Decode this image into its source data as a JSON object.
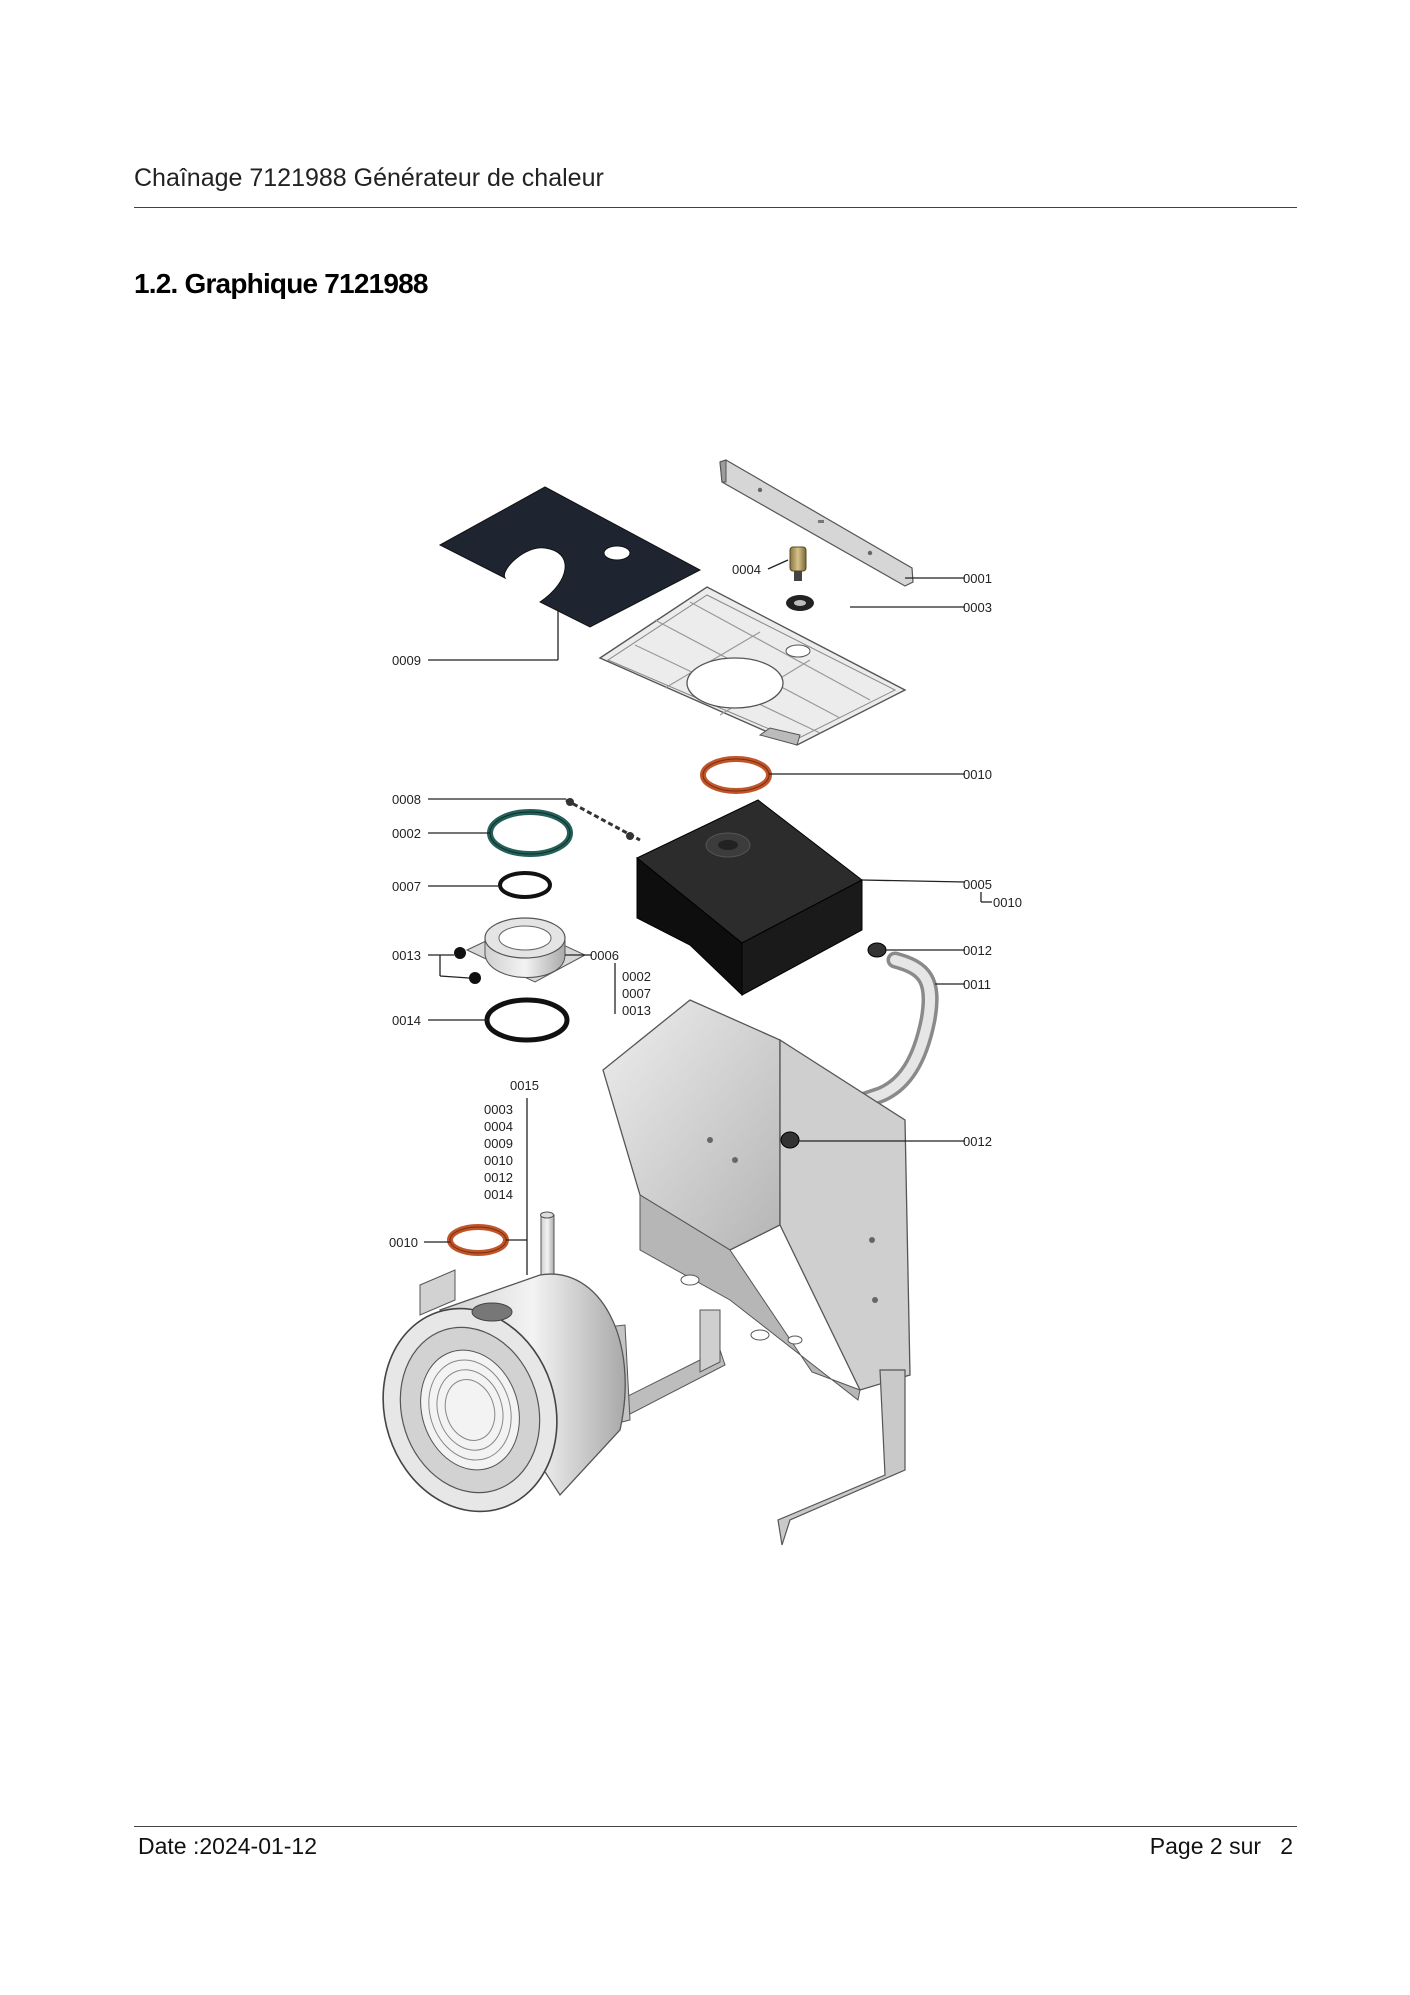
{
  "header": {
    "title": "Chaînage 7121988 Générateur de chaleur"
  },
  "section": {
    "heading": "1.2. Graphique 7121988"
  },
  "diagram": {
    "labels": {
      "l0001": "0001",
      "l0003": "0003",
      "l0004": "0004",
      "l0009": "0009",
      "l0010a": "0010",
      "l0008": "0008",
      "l0002": "0002",
      "l0007": "0007",
      "l0013": "0013",
      "l0006": "0006",
      "l0006_0002": "0002",
      "l0006_0007": "0007",
      "l0006_0013": "0013",
      "l0014": "0014",
      "l0005": "0005",
      "l0005_0010": "0010",
      "l0012a": "0012",
      "l0011": "0011",
      "l0012b": "0012",
      "l0015": "0015",
      "l0015_0003": "0003",
      "l0015_0004": "0004",
      "l0015_0009": "0009",
      "l0015_0010": "0010",
      "l0015_0012": "0012",
      "l0015_0014": "0014",
      "l0010b": "0010"
    }
  },
  "footer": {
    "date": "Date :2024-01-12",
    "page": "Page 2 sur   2"
  }
}
